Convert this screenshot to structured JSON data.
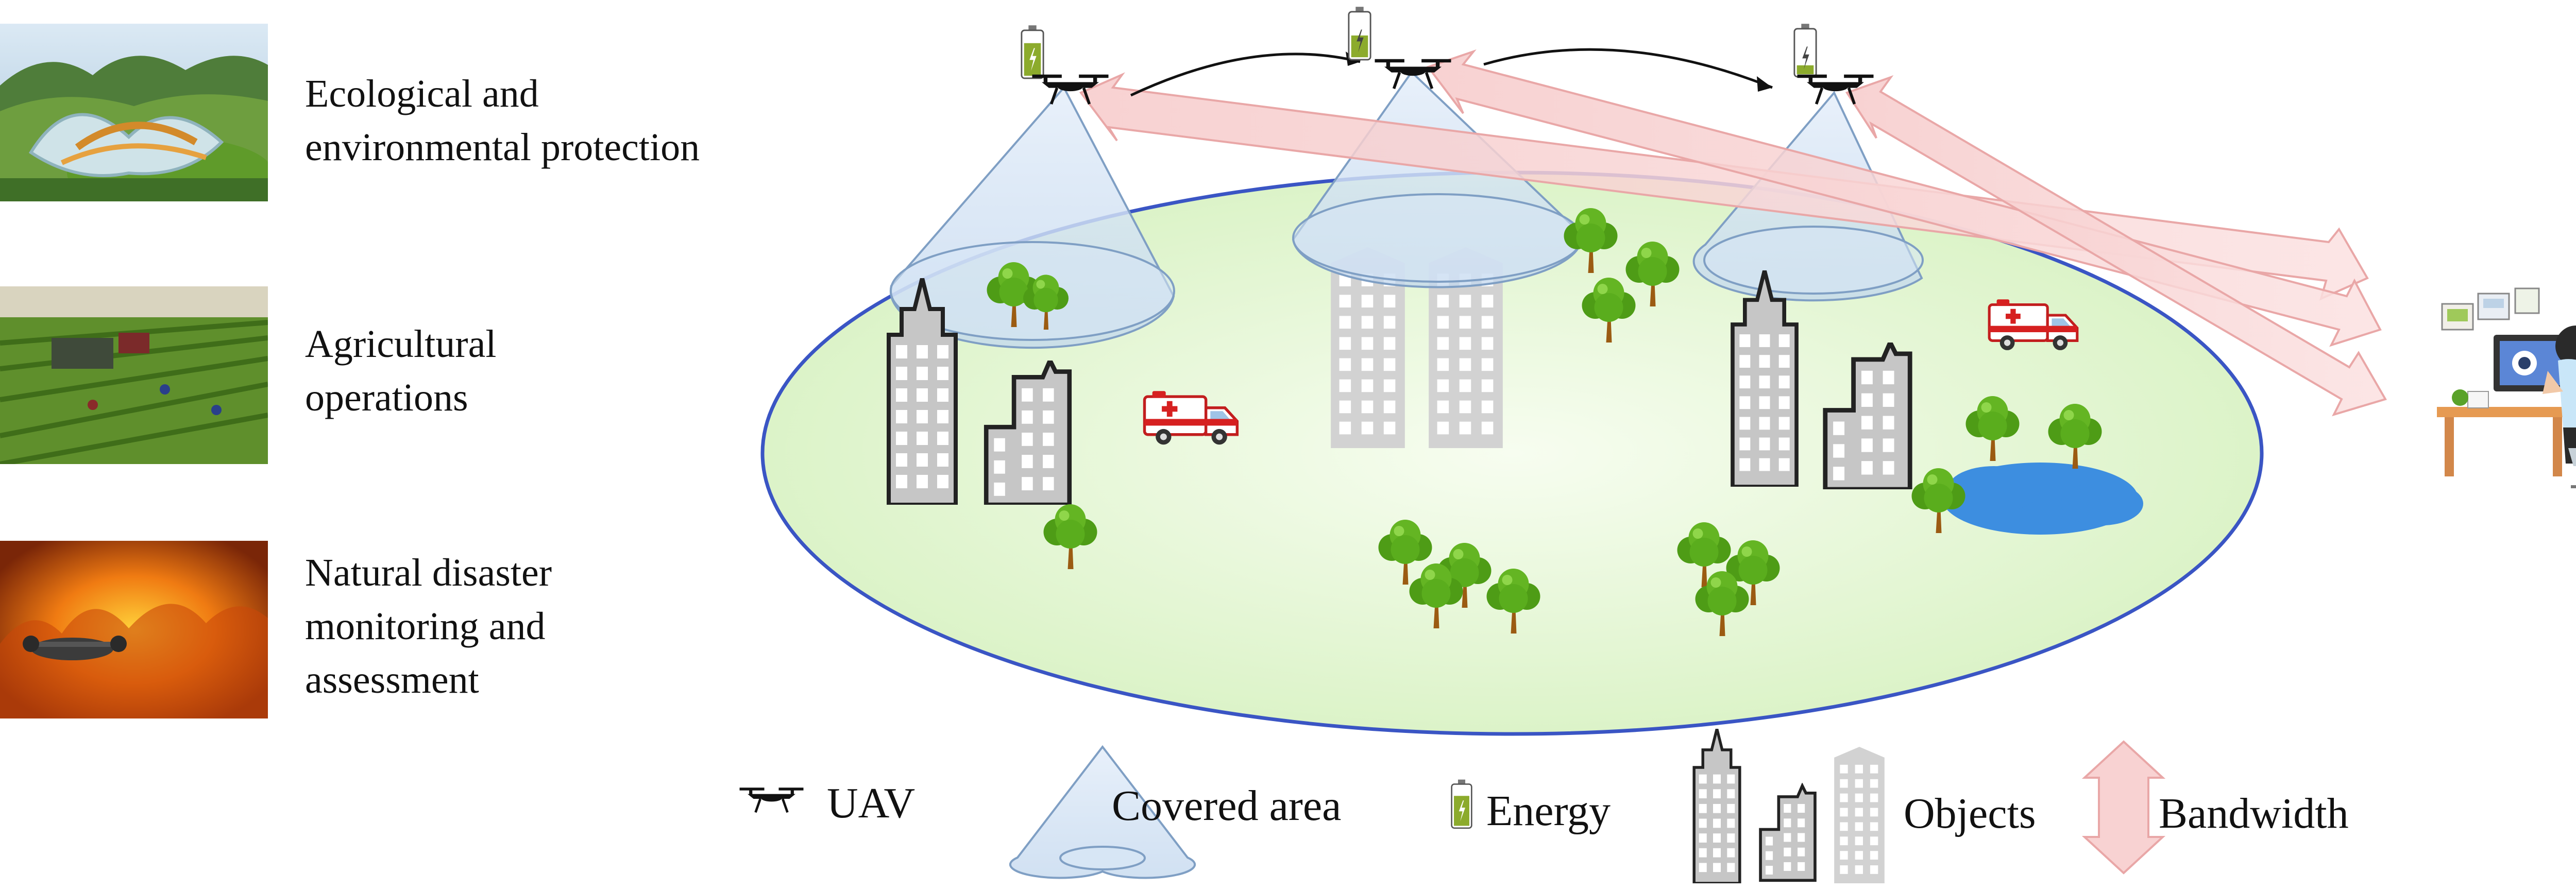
{
  "applications": [
    {
      "id": "eco",
      "icon": "forest-eco-building-photo",
      "lines": [
        "Ecological and",
        "environmental protection"
      ]
    },
    {
      "id": "agri",
      "icon": "farm-field-workers-photo",
      "lines": [
        "Agricultural",
        "operations"
      ]
    },
    {
      "id": "disaster",
      "icon": "drone-over-wildfire-photo",
      "lines": [
        "Natural disaster",
        "monitoring and",
        "assessment"
      ]
    }
  ],
  "legend": {
    "uav": "UAV",
    "covered_area": "Covered area",
    "energy": "Energy",
    "objects": "Objects",
    "bandwidth": "Bandwidth"
  },
  "colors": {
    "ground_fill": "#e2f6cf",
    "ground_stroke": "#3a55c4",
    "cone_fill": "#cfe1f3",
    "cone_stroke": "#7f9fc4",
    "bandwidth_fill": "#f8d2d2",
    "bandwidth_stroke": "#e9a7a7",
    "energy_green": "#8cab2c",
    "tree_green": "#5fb21e",
    "trunk": "#9b5b12",
    "building_dark": "#2b2b2b",
    "building_ghost": "#c8c8c8",
    "lake": "#3d8ee0"
  },
  "icons": {
    "uav": "drone-icon",
    "energy": "battery-energy-icon",
    "ambulance": "ambulance-icon",
    "tree": "tree-icon",
    "building": "building-icon",
    "lake": "lake-icon",
    "operator": "operator-workstation-icon"
  }
}
